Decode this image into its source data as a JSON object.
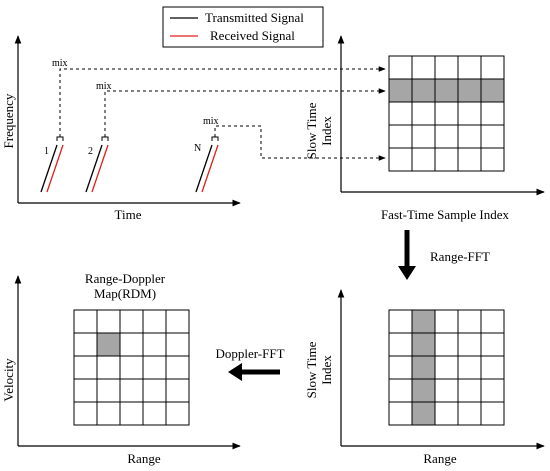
{
  "legend": {
    "transmitted": "Transmitted Signal",
    "received": "Received Signal",
    "transmitted_color": "#000000",
    "received_color": "#e0201b"
  },
  "chirp_panel": {
    "y_label": "Frequency",
    "x_label": "Time",
    "mix_label": "mix",
    "chirps": [
      "1",
      "2",
      "N"
    ]
  },
  "raw_matrix": {
    "x_label": "Fast-Time Sample Index",
    "y_label_line1": "Slow Time",
    "y_label_line2": "Index",
    "rows": 5,
    "cols": 5,
    "highlighted_rows": [
      1
    ]
  },
  "range_fft": {
    "label": "Range-FFT"
  },
  "range_matrix": {
    "x_label": "Range",
    "y_label_line1": "Slow Time",
    "y_label_line2": "Index",
    "rows": 5,
    "cols": 5,
    "highlighted_cols": [
      1
    ]
  },
  "doppler_fft": {
    "label": "Doppler-FFT"
  },
  "rdm": {
    "title_line1": "Range-Doppler",
    "title_line2": "Map(RDM)",
    "x_label": "Range",
    "y_label": "Velocity",
    "rows": 5,
    "cols": 5,
    "highlighted_cells": [
      [
        1,
        1
      ]
    ]
  },
  "colors": {
    "highlight": "#a6a6a6",
    "grid": "#000000"
  }
}
